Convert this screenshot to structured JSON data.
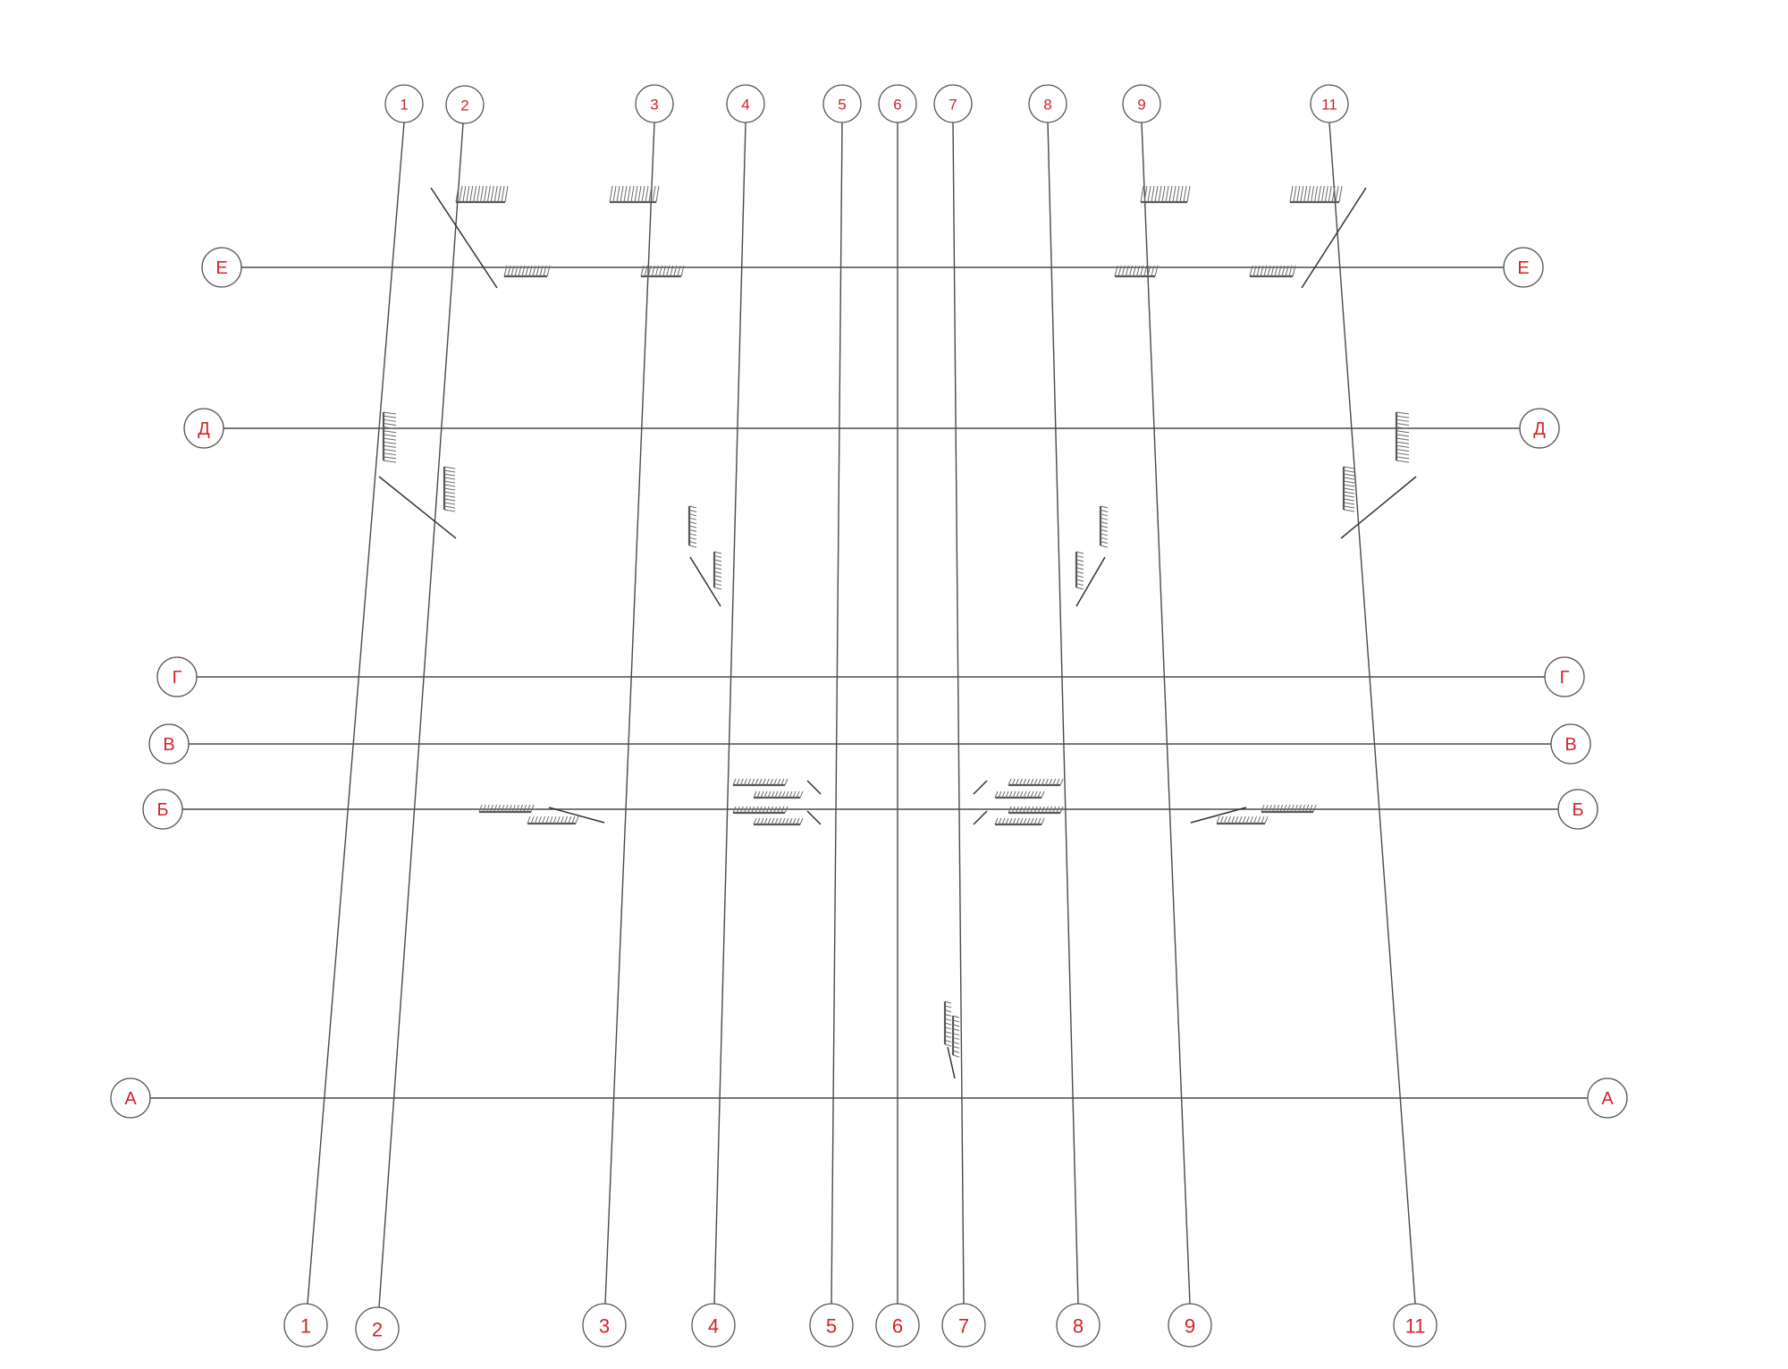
{
  "axes": {
    "vertical_labels": [
      "1",
      "2",
      "3",
      "4",
      "5",
      "6",
      "7",
      "8",
      "9",
      "11"
    ],
    "horizontal_labels": [
      "Е",
      "Д",
      "Г",
      "В",
      "Б",
      "А"
    ]
  },
  "colors": {
    "label_text": "#d2232a",
    "line": "#4a4a4a",
    "bubble_stroke": "#555555",
    "background": "#ffffff"
  }
}
